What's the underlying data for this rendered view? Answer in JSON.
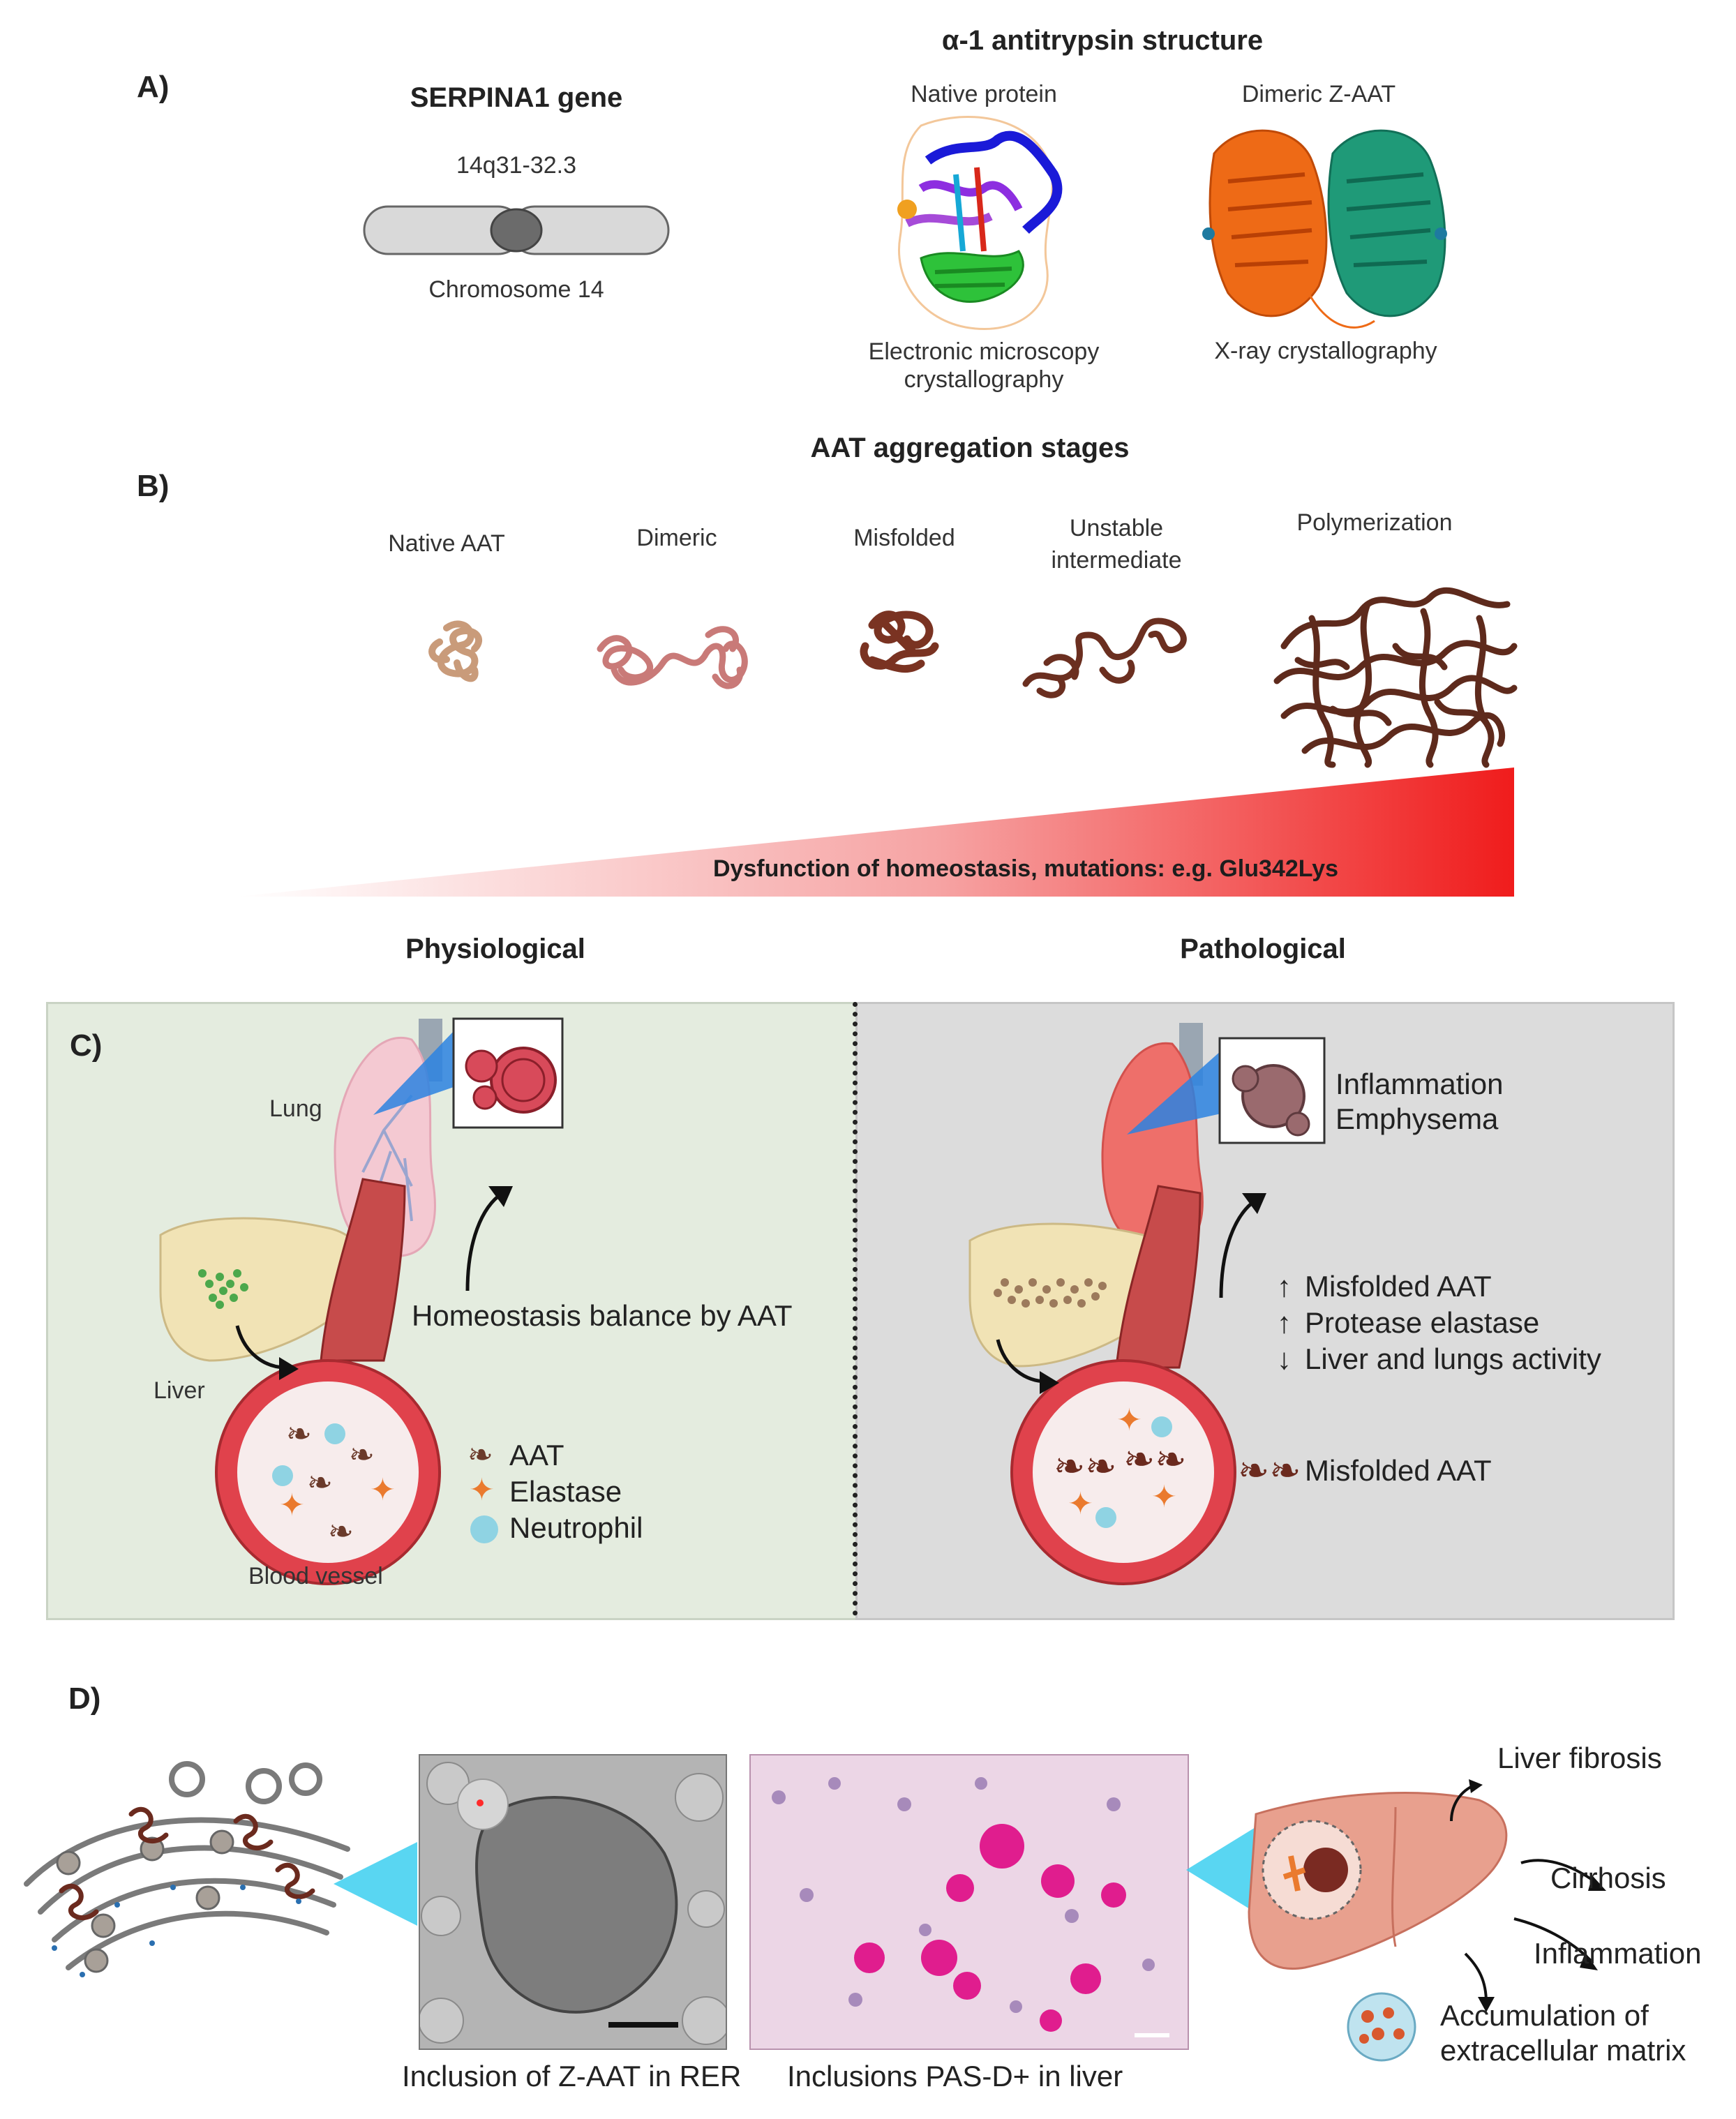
{
  "panelA": {
    "letter": "A)",
    "gene_title": "SERPINA1 gene",
    "locus": "14q31-32.3",
    "chromosome": "Chromosome 14",
    "structure_title": "α-1 antitrypsin structure",
    "native_label": "Native protein",
    "dimeric_label": "Dimeric Z-AAT",
    "em_label_line1": "Electronic microscopy",
    "em_label_line2": "crystallography",
    "xray_label": "X-ray crystallography"
  },
  "panelB": {
    "letter": "B)",
    "title": "AAT  aggregation stages",
    "stages": [
      {
        "line1": "Native AAT",
        "line2": ""
      },
      {
        "line1": "Dimeric",
        "line2": ""
      },
      {
        "line1": "Misfolded",
        "line2": ""
      },
      {
        "line1": "Unstable",
        "line2": "intermediate"
      },
      {
        "line1": "Polymerization",
        "line2": ""
      }
    ],
    "gradient_text": "Dysfunction of homeostasis, mutations: e.g. Glu342Lys",
    "physiological": "Physiological",
    "pathological": "Pathological"
  },
  "panelC": {
    "letter": "C)",
    "lung": "Lung",
    "liver": "Liver",
    "blood_vessel": "Blood vessel",
    "homeostasis": "Homeostasis balance by AAT",
    "legend": [
      "AAT",
      "Elastase",
      "Neutrophil"
    ],
    "inflammation": "Inflammation",
    "emphysema": "Emphysema",
    "effects": [
      {
        "arrow": "↑",
        "text": "Misfolded AAT"
      },
      {
        "arrow": "↑",
        "text": "Protease elastase"
      },
      {
        "arrow": "↓",
        "text": "Liver and lungs activity"
      }
    ],
    "misfolded_legend": "Misfolded AAT",
    "colors": {
      "physio_bg": "#e4ecdf",
      "patho_bg": "#dcdcdc",
      "vessel": "#d84a52",
      "elastase": "#ea7a2e",
      "neutrophil": "#8fd3e3",
      "aat": "#6b3a2a"
    }
  },
  "panelD": {
    "letter": "D)",
    "rer_caption": "Inclusion of Z-AAT in RER",
    "pas_caption": "Inclusions PAS-D+ in liver",
    "outcomes": [
      "Liver fibrosis",
      "Cirrhosis",
      "Inflammation"
    ],
    "ecm_line1": "Accumulation of",
    "ecm_line2": "extracellular matrix"
  }
}
